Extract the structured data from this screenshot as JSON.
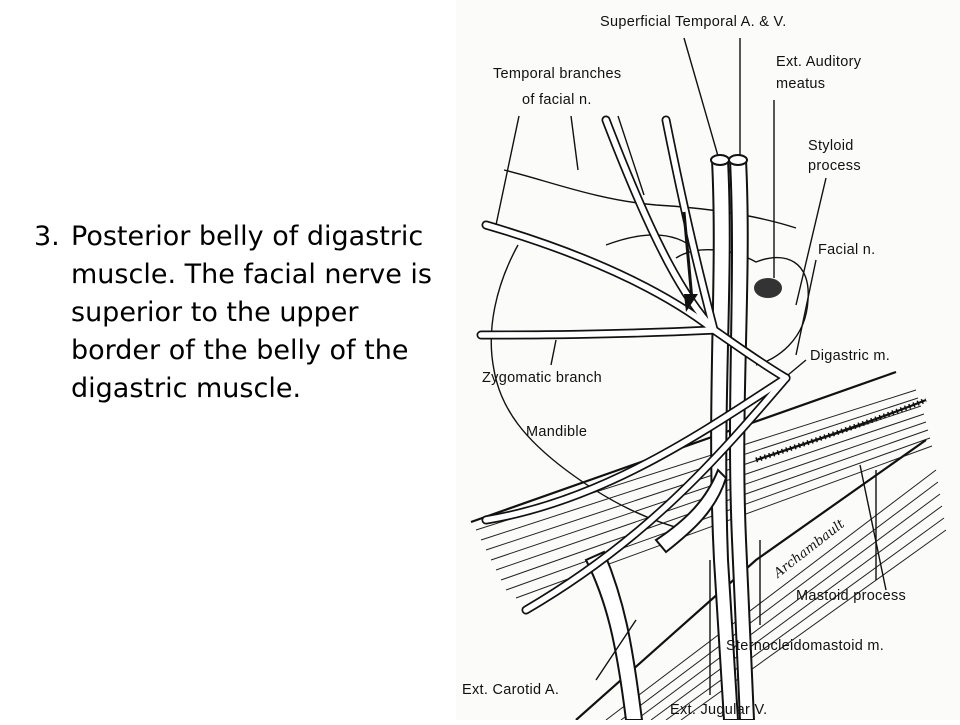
{
  "slide": {
    "number": "3.",
    "text": "Posterior belly of digastric muscle. The facial nerve is superior to the upper border of the belly of the digastric muscle."
  },
  "figure": {
    "labels": {
      "superficial_temporal": "Superficial Temporal A. & V.",
      "temporal_branches_1": "Temporal branches",
      "temporal_branches_2": "of facial n.",
      "ext_auditory_1": "Ext. Auditory",
      "ext_auditory_2": "meatus",
      "styloid_1": "Styloid",
      "styloid_2": "process",
      "facial_n": "Facial n.",
      "digastric": "Digastric m.",
      "zygomatic": "Zygomatic branch",
      "mandible": "Mandible",
      "mastoid": "Mastoid process",
      "sternocleidomastoid": "Sternocleidomastoid m.",
      "ext_carotid": "Ext. Carotid A.",
      "ext_jugular": "Ext. Jugular V."
    },
    "signature": "Archambault"
  }
}
